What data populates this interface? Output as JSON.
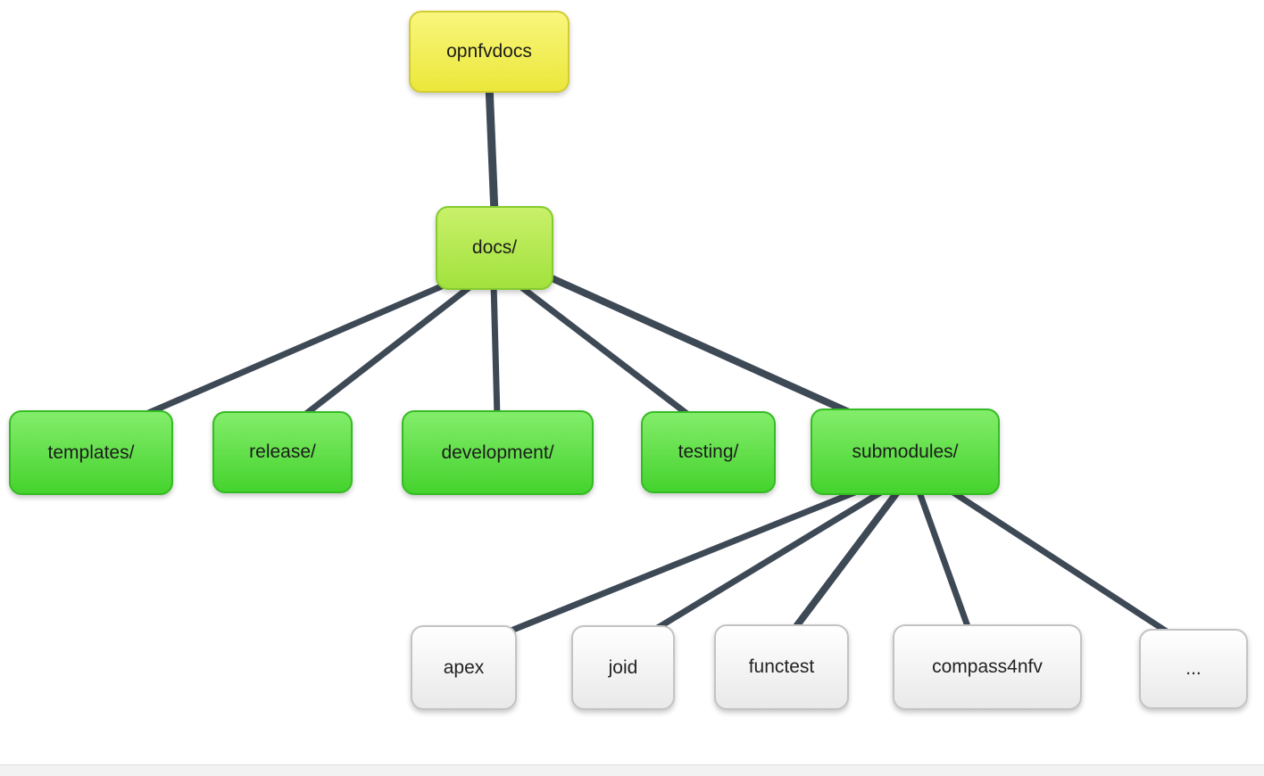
{
  "diagram": {
    "type": "tree",
    "edge_color": "#3e4956",
    "nodes": {
      "opnfvdocs": {
        "label": "opnfvdocs",
        "level": "root",
        "color": "#f2ee4e"
      },
      "docs": {
        "label": "docs/",
        "level": "branch",
        "color": "#aee64a"
      },
      "templates": {
        "label": "templates/",
        "level": "green",
        "color": "#52da38"
      },
      "release": {
        "label": "release/",
        "level": "green",
        "color": "#52da38"
      },
      "development": {
        "label": "development/",
        "level": "green",
        "color": "#52da38"
      },
      "testing": {
        "label": "testing/",
        "level": "green",
        "color": "#52da38"
      },
      "submodules": {
        "label": "submodules/",
        "level": "green",
        "color": "#52da38"
      },
      "apex": {
        "label": "apex",
        "level": "leaf",
        "color": "#f4f4f4"
      },
      "joid": {
        "label": "joid",
        "level": "leaf",
        "color": "#f4f4f4"
      },
      "functest": {
        "label": "functest",
        "level": "leaf",
        "color": "#f4f4f4"
      },
      "compass4nfv": {
        "label": "compass4nfv",
        "level": "leaf",
        "color": "#f4f4f4"
      },
      "more": {
        "label": "...",
        "level": "leaf",
        "color": "#f4f4f4"
      }
    },
    "edges": [
      {
        "from": "opnfvdocs",
        "to": "docs"
      },
      {
        "from": "docs",
        "to": "templates"
      },
      {
        "from": "docs",
        "to": "release"
      },
      {
        "from": "docs",
        "to": "development"
      },
      {
        "from": "docs",
        "to": "testing"
      },
      {
        "from": "docs",
        "to": "submodules"
      },
      {
        "from": "submodules",
        "to": "apex"
      },
      {
        "from": "submodules",
        "to": "joid"
      },
      {
        "from": "submodules",
        "to": "functest"
      },
      {
        "from": "submodules",
        "to": "compass4nfv"
      },
      {
        "from": "submodules",
        "to": "more"
      }
    ]
  }
}
